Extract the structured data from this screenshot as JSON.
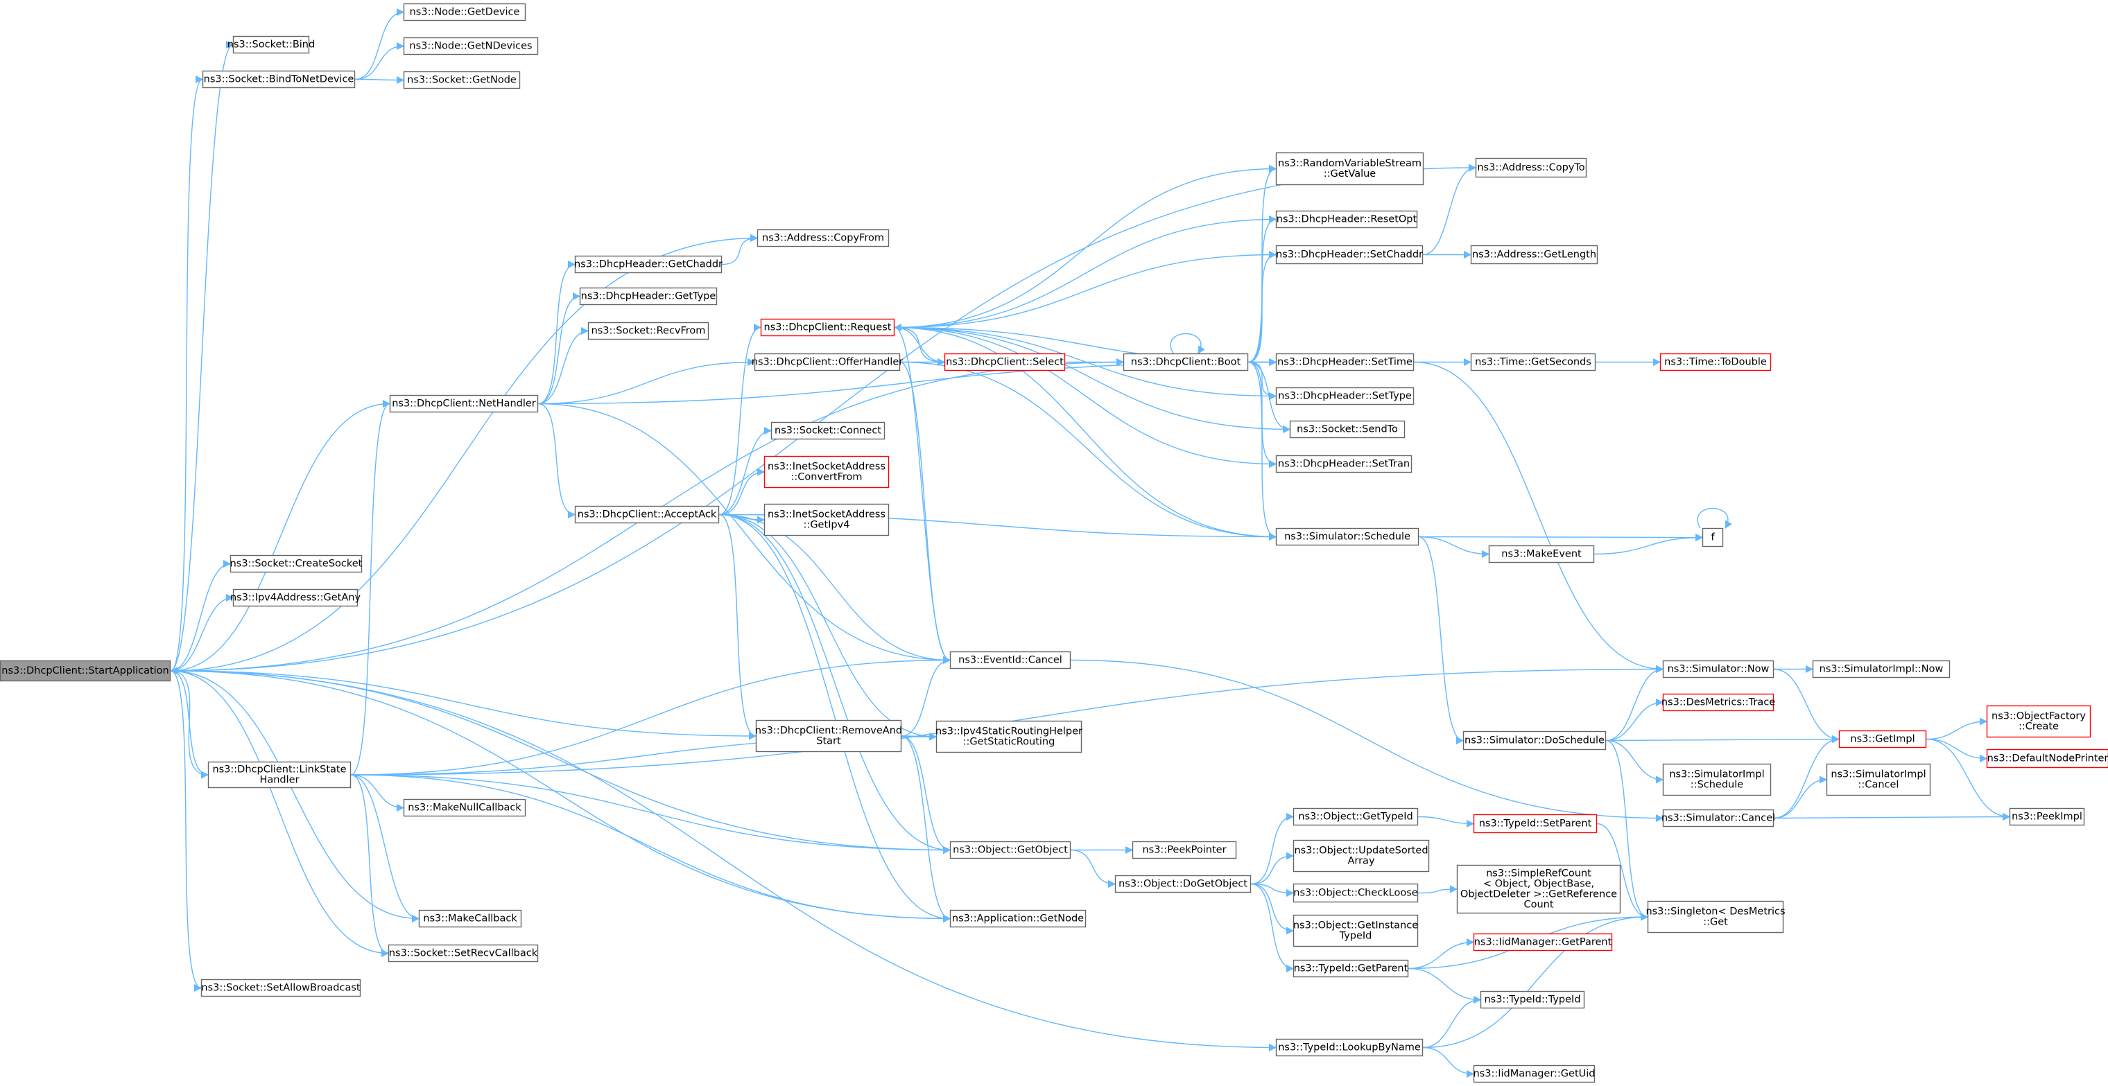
{
  "graph": {
    "edge_color": "#63b8ff",
    "root_fill": "#999999",
    "node_border": "#666666",
    "incomplete_border": "#ff0000",
    "nodes": [
      {
        "id": "startapp",
        "lines": [
          "ns3::DhcpClient::StartApplication"
        ],
        "style": "root"
      },
      {
        "id": "bind",
        "lines": [
          "ns3::Socket::Bind"
        ]
      },
      {
        "id": "bindnet",
        "lines": [
          "ns3::Socket::BindToNetDevice"
        ]
      },
      {
        "id": "getdevice",
        "lines": [
          "ns3::Node::GetDevice"
        ]
      },
      {
        "id": "getndevices",
        "lines": [
          "ns3::Node::GetNDevices"
        ]
      },
      {
        "id": "getnode_sock",
        "lines": [
          "ns3::Socket::GetNode"
        ]
      },
      {
        "id": "copyto",
        "lines": [
          "ns3::Address::CopyTo"
        ]
      },
      {
        "id": "rvs_getvalue",
        "lines": [
          "ns3::RandomVariableStream",
          "::GetValue"
        ]
      },
      {
        "id": "copyfrom",
        "lines": [
          "ns3::Address::CopyFrom"
        ]
      },
      {
        "id": "getchaddr",
        "lines": [
          "ns3::DhcpHeader::GetChaddr"
        ]
      },
      {
        "id": "resetopt",
        "lines": [
          "ns3::DhcpHeader::ResetOpt"
        ]
      },
      {
        "id": "setchaddr",
        "lines": [
          "ns3::DhcpHeader::SetChaddr"
        ]
      },
      {
        "id": "getlength",
        "lines": [
          "ns3::Address::GetLength"
        ]
      },
      {
        "id": "gettype",
        "lines": [
          "ns3::DhcpHeader::GetType"
        ]
      },
      {
        "id": "recvfrom",
        "lines": [
          "ns3::Socket::RecvFrom"
        ]
      },
      {
        "id": "request",
        "lines": [
          "ns3::DhcpClient::Request"
        ],
        "style": "red"
      },
      {
        "id": "select",
        "lines": [
          "ns3::DhcpClient::Select"
        ],
        "style": "red"
      },
      {
        "id": "boot",
        "lines": [
          "ns3::DhcpClient::Boot"
        ]
      },
      {
        "id": "settime",
        "lines": [
          "ns3::DhcpHeader::SetTime"
        ]
      },
      {
        "id": "getseconds",
        "lines": [
          "ns3::Time::GetSeconds"
        ]
      },
      {
        "id": "todouble",
        "lines": [
          "ns3::Time::ToDouble"
        ],
        "style": "red"
      },
      {
        "id": "offerhandler",
        "lines": [
          "ns3::DhcpClient::OfferHandler"
        ]
      },
      {
        "id": "settype",
        "lines": [
          "ns3::DhcpHeader::SetType"
        ]
      },
      {
        "id": "nethandler",
        "lines": [
          "ns3::DhcpClient::NetHandler"
        ]
      },
      {
        "id": "sendto",
        "lines": [
          "ns3::Socket::SendTo"
        ]
      },
      {
        "id": "connect",
        "lines": [
          "ns3::Socket::Connect"
        ]
      },
      {
        "id": "settran",
        "lines": [
          "ns3::DhcpHeader::SetTran"
        ]
      },
      {
        "id": "convertfrom",
        "lines": [
          "ns3::InetSocketAddress",
          "::ConvertFrom"
        ],
        "style": "red"
      },
      {
        "id": "acceptack",
        "lines": [
          "ns3::DhcpClient::AcceptAck"
        ]
      },
      {
        "id": "getipv4",
        "lines": [
          "ns3::InetSocketAddress",
          "::GetIpv4"
        ]
      },
      {
        "id": "schedule",
        "lines": [
          "ns3::Simulator::Schedule"
        ]
      },
      {
        "id": "f",
        "lines": [
          "f"
        ]
      },
      {
        "id": "makeevent",
        "lines": [
          "ns3::MakeEvent"
        ]
      },
      {
        "id": "createsocket",
        "lines": [
          "ns3::Socket::CreateSocket"
        ]
      },
      {
        "id": "getany",
        "lines": [
          "ns3::Ipv4Address::GetAny"
        ]
      },
      {
        "id": "cancel_ev",
        "lines": [
          "ns3::EventId::Cancel"
        ]
      },
      {
        "id": "now",
        "lines": [
          "ns3::Simulator::Now"
        ]
      },
      {
        "id": "simimpl_now",
        "lines": [
          "ns3::SimulatorImpl::Now"
        ]
      },
      {
        "id": "trace",
        "lines": [
          "ns3::DesMetrics::Trace"
        ],
        "style": "red"
      },
      {
        "id": "removeandstart",
        "lines": [
          "ns3::DhcpClient::RemoveAnd",
          "Start"
        ]
      },
      {
        "id": "getstaticrouting",
        "lines": [
          "ns3::Ipv4StaticRoutingHelper",
          "::GetStaticRouting"
        ]
      },
      {
        "id": "doschedule",
        "lines": [
          "ns3::Simulator::DoSchedule"
        ]
      },
      {
        "id": "getimpl",
        "lines": [
          "ns3::GetImpl"
        ],
        "style": "red"
      },
      {
        "id": "objfactory_create",
        "lines": [
          "ns3::ObjectFactory",
          "::Create"
        ],
        "style": "red"
      },
      {
        "id": "defaultnodeprinter",
        "lines": [
          "ns3::DefaultNodePrinter"
        ],
        "style": "red"
      },
      {
        "id": "linkstate",
        "lines": [
          "ns3::DhcpClient::LinkState",
          "Handler"
        ]
      },
      {
        "id": "simimpl_schedule",
        "lines": [
          "ns3::SimulatorImpl",
          "::Schedule"
        ]
      },
      {
        "id": "makenullcb",
        "lines": [
          "ns3::MakeNullCallback"
        ]
      },
      {
        "id": "gettypeid",
        "lines": [
          "ns3::Object::GetTypeId"
        ]
      },
      {
        "id": "setparent",
        "lines": [
          "ns3::TypeId::SetParent"
        ],
        "style": "red"
      },
      {
        "id": "simimpl_cancel",
        "lines": [
          "ns3::SimulatorImpl",
          "::Cancel"
        ]
      },
      {
        "id": "sim_cancel",
        "lines": [
          "ns3::Simulator::Cancel"
        ]
      },
      {
        "id": "peekimpl",
        "lines": [
          "ns3::PeekImpl"
        ]
      },
      {
        "id": "getobject",
        "lines": [
          "ns3::Object::GetObject"
        ]
      },
      {
        "id": "peekpointer",
        "lines": [
          "ns3::PeekPointer"
        ]
      },
      {
        "id": "updatesorted",
        "lines": [
          "ns3::Object::UpdateSorted",
          "Array"
        ]
      },
      {
        "id": "dogetobject",
        "lines": [
          "ns3::Object::DoGetObject"
        ]
      },
      {
        "id": "checkloose",
        "lines": [
          "ns3::Object::CheckLoose"
        ]
      },
      {
        "id": "simplerefcount",
        "lines": [
          "ns3::SimpleRefCount",
          "< Object, ObjectBase,",
          "ObjectDeleter >::GetReference",
          "Count"
        ]
      },
      {
        "id": "makecallback",
        "lines": [
          "ns3::MakeCallback"
        ]
      },
      {
        "id": "singleton_get",
        "lines": [
          "ns3::Singleton< DesMetrics",
          "::Get"
        ]
      },
      {
        "id": "app_getnode",
        "lines": [
          "ns3::Application::GetNode"
        ]
      },
      {
        "id": "getinstancetypeid",
        "lines": [
          "ns3::Object::GetInstance",
          "TypeId"
        ]
      },
      {
        "id": "setrecvcb",
        "lines": [
          "ns3::Socket::SetRecvCallback"
        ]
      },
      {
        "id": "iidmgr_getparent",
        "lines": [
          "ns3::IidManager::GetParent"
        ],
        "style": "red"
      },
      {
        "id": "typeid_getparent",
        "lines": [
          "ns3::TypeId::GetParent"
        ]
      },
      {
        "id": "setallowbroadcast",
        "lines": [
          "ns3::Socket::SetAllowBroadcast"
        ]
      },
      {
        "id": "typeid_typeid",
        "lines": [
          "ns3::TypeId::TypeId"
        ]
      },
      {
        "id": "lookupbyname",
        "lines": [
          "ns3::TypeId::LookupByName"
        ]
      },
      {
        "id": "getuid",
        "lines": [
          "ns3::IidManager::GetUid"
        ]
      }
    ],
    "edges": [
      [
        "startapp",
        "bind"
      ],
      [
        "startapp",
        "bindnet"
      ],
      [
        "startapp",
        "copyto"
      ],
      [
        "startapp",
        "copyfrom"
      ],
      [
        "startapp",
        "boot"
      ],
      [
        "startapp",
        "nethandler"
      ],
      [
        "startapp",
        "createsocket"
      ],
      [
        "startapp",
        "getany"
      ],
      [
        "startapp",
        "linkstate"
      ],
      [
        "startapp",
        "makecallback"
      ],
      [
        "startapp",
        "setrecvcb"
      ],
      [
        "startapp",
        "setallowbroadcast"
      ],
      [
        "startapp",
        "getobject"
      ],
      [
        "startapp",
        "app_getnode"
      ],
      [
        "startapp",
        "lookupbyname"
      ],
      [
        "bindnet",
        "getdevice"
      ],
      [
        "bindnet",
        "getndevices"
      ],
      [
        "bindnet",
        "getnode_sock"
      ],
      [
        "getchaddr",
        "copyfrom"
      ],
      [
        "nethandler",
        "getchaddr"
      ],
      [
        "nethandler",
        "gettype"
      ],
      [
        "nethandler",
        "recvfrom"
      ],
      [
        "nethandler",
        "offerhandler"
      ],
      [
        "nethandler",
        "acceptack"
      ],
      [
        "nethandler",
        "cancel_ev"
      ],
      [
        "nethandler",
        "settime"
      ],
      [
        "request",
        "rvs_getvalue"
      ],
      [
        "request",
        "resetopt"
      ],
      [
        "request",
        "setchaddr"
      ],
      [
        "request",
        "select"
      ],
      [
        "request",
        "settime"
      ],
      [
        "request",
        "settype"
      ],
      [
        "request",
        "sendto"
      ],
      [
        "request",
        "settran"
      ],
      [
        "request",
        "cancel_ev"
      ],
      [
        "request",
        "schedule"
      ],
      [
        "select",
        "request"
      ],
      [
        "select",
        "boot"
      ],
      [
        "offerhandler",
        "select"
      ],
      [
        "offerhandler",
        "cancel_ev"
      ],
      [
        "offerhandler",
        "schedule"
      ],
      [
        "boot",
        "boot"
      ],
      [
        "boot",
        "rvs_getvalue"
      ],
      [
        "boot",
        "resetopt"
      ],
      [
        "boot",
        "setchaddr"
      ],
      [
        "boot",
        "settime"
      ],
      [
        "boot",
        "settype"
      ],
      [
        "boot",
        "sendto"
      ],
      [
        "boot",
        "settran"
      ],
      [
        "boot",
        "schedule"
      ],
      [
        "acceptack",
        "request"
      ],
      [
        "acceptack",
        "connect"
      ],
      [
        "acceptack",
        "convertfrom"
      ],
      [
        "acceptack",
        "getipv4"
      ],
      [
        "acceptack",
        "schedule"
      ],
      [
        "acceptack",
        "cancel_ev"
      ],
      [
        "acceptack",
        "removeandstart"
      ],
      [
        "acceptack",
        "getstaticrouting"
      ],
      [
        "acceptack",
        "getobject"
      ],
      [
        "acceptack",
        "app_getnode"
      ],
      [
        "setchaddr",
        "copyto"
      ],
      [
        "setchaddr",
        "getlength"
      ],
      [
        "settime",
        "getseconds"
      ],
      [
        "getseconds",
        "todouble"
      ],
      [
        "settime",
        "now"
      ],
      [
        "schedule",
        "f"
      ],
      [
        "schedule",
        "makeevent"
      ],
      [
        "makeevent",
        "f"
      ],
      [
        "f",
        "f"
      ],
      [
        "schedule",
        "doschedule"
      ],
      [
        "cancel_ev",
        "sim_cancel"
      ],
      [
        "removeandstart",
        "startapp"
      ],
      [
        "removeandstart",
        "cancel_ev"
      ],
      [
        "removeandstart",
        "getstaticrouting"
      ],
      [
        "removeandstart",
        "getobject"
      ],
      [
        "removeandstart",
        "app_getnode"
      ],
      [
        "linkstate",
        "startapp"
      ],
      [
        "linkstate",
        "nethandler"
      ],
      [
        "linkstate",
        "cancel_ev"
      ],
      [
        "linkstate",
        "getstaticrouting"
      ],
      [
        "linkstate",
        "now"
      ],
      [
        "linkstate",
        "makenullcb"
      ],
      [
        "linkstate",
        "makecallback"
      ],
      [
        "linkstate",
        "setrecvcb"
      ],
      [
        "linkstate",
        "getobject"
      ],
      [
        "linkstate",
        "app_getnode"
      ],
      [
        "now",
        "simimpl_now"
      ],
      [
        "now",
        "getimpl"
      ],
      [
        "doschedule",
        "now"
      ],
      [
        "doschedule",
        "trace"
      ],
      [
        "doschedule",
        "getimpl"
      ],
      [
        "doschedule",
        "simimpl_schedule"
      ],
      [
        "doschedule",
        "singleton_get"
      ],
      [
        "getimpl",
        "objfactory_create"
      ],
      [
        "getimpl",
        "defaultnodeprinter"
      ],
      [
        "getimpl",
        "peekimpl"
      ],
      [
        "sim_cancel",
        "getimpl"
      ],
      [
        "sim_cancel",
        "simimpl_cancel"
      ],
      [
        "sim_cancel",
        "peekimpl"
      ],
      [
        "getobject",
        "peekpointer"
      ],
      [
        "getobject",
        "dogetobject"
      ],
      [
        "dogetobject",
        "gettypeid"
      ],
      [
        "dogetobject",
        "updatesorted"
      ],
      [
        "dogetobject",
        "checkloose"
      ],
      [
        "dogetobject",
        "getinstancetypeid"
      ],
      [
        "dogetobject",
        "typeid_getparent"
      ],
      [
        "gettypeid",
        "setparent"
      ],
      [
        "setparent",
        "singleton_get"
      ],
      [
        "checkloose",
        "simplerefcount"
      ],
      [
        "typeid_getparent",
        "iidmgr_getparent"
      ],
      [
        "typeid_getparent",
        "singleton_get"
      ],
      [
        "typeid_getparent",
        "typeid_typeid"
      ],
      [
        "lookupbyname",
        "typeid_typeid"
      ],
      [
        "lookupbyname",
        "getuid"
      ],
      [
        "lookupbyname",
        "singleton_get"
      ]
    ]
  }
}
